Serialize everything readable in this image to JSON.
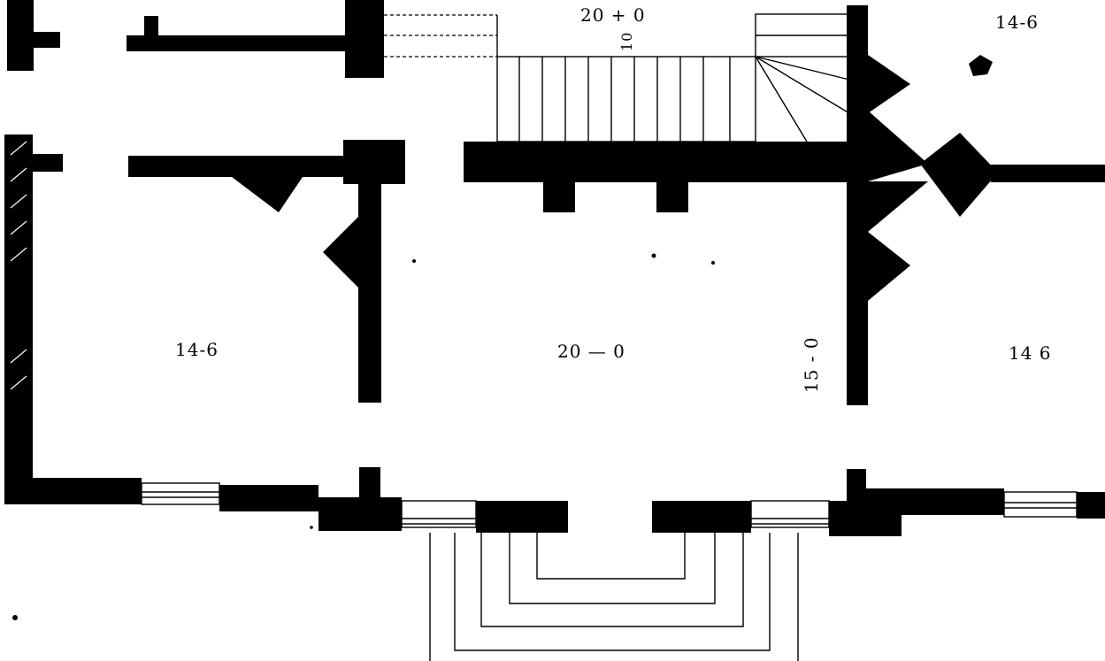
{
  "plan": {
    "labels": {
      "top_center": "20 + 0",
      "stair_width": "10",
      "top_right": "14-6",
      "left_room": "14-6",
      "center_room": "20 — 0",
      "center_depth": "15 - 0",
      "right_room": "14 6"
    }
  }
}
